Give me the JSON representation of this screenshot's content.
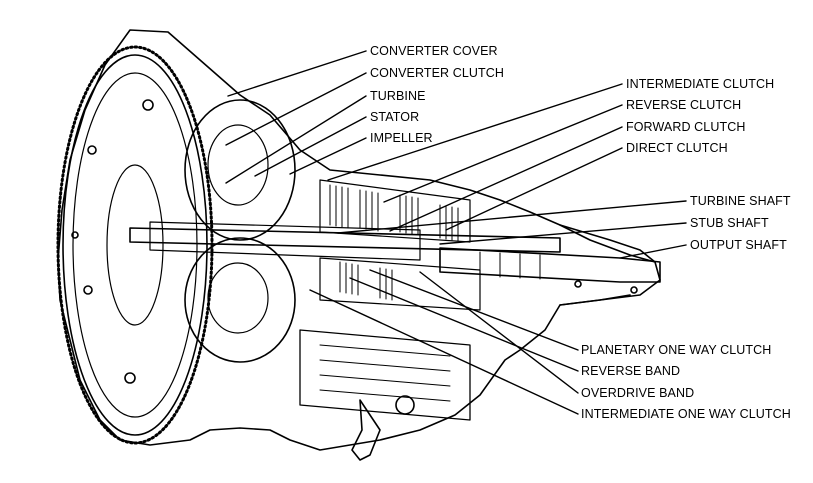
{
  "diagram": {
    "labels": {
      "converter_cover": "CONVERTER COVER",
      "converter_clutch": "CONVERTER CLUTCH",
      "turbine": "TURBINE",
      "stator": "STATOR",
      "impeller": "IMPELLER",
      "intermediate_clutch": "INTERMEDIATE CLUTCH",
      "reverse_clutch": "REVERSE CLUTCH",
      "forward_clutch": "FORWARD CLUTCH",
      "direct_clutch": "DIRECT CLUTCH",
      "turbine_shaft": "TURBINE SHAFT",
      "stub_shaft": "STUB SHAFT",
      "output_shaft": "OUTPUT SHAFT",
      "planetary_one_way_clutch": "PLANETARY ONE WAY CLUTCH",
      "reverse_band": "REVERSE BAND",
      "overdrive_band": "OVERDRIVE BAND",
      "intermediate_one_way_clutch": "INTERMEDIATE ONE WAY CLUTCH"
    }
  }
}
